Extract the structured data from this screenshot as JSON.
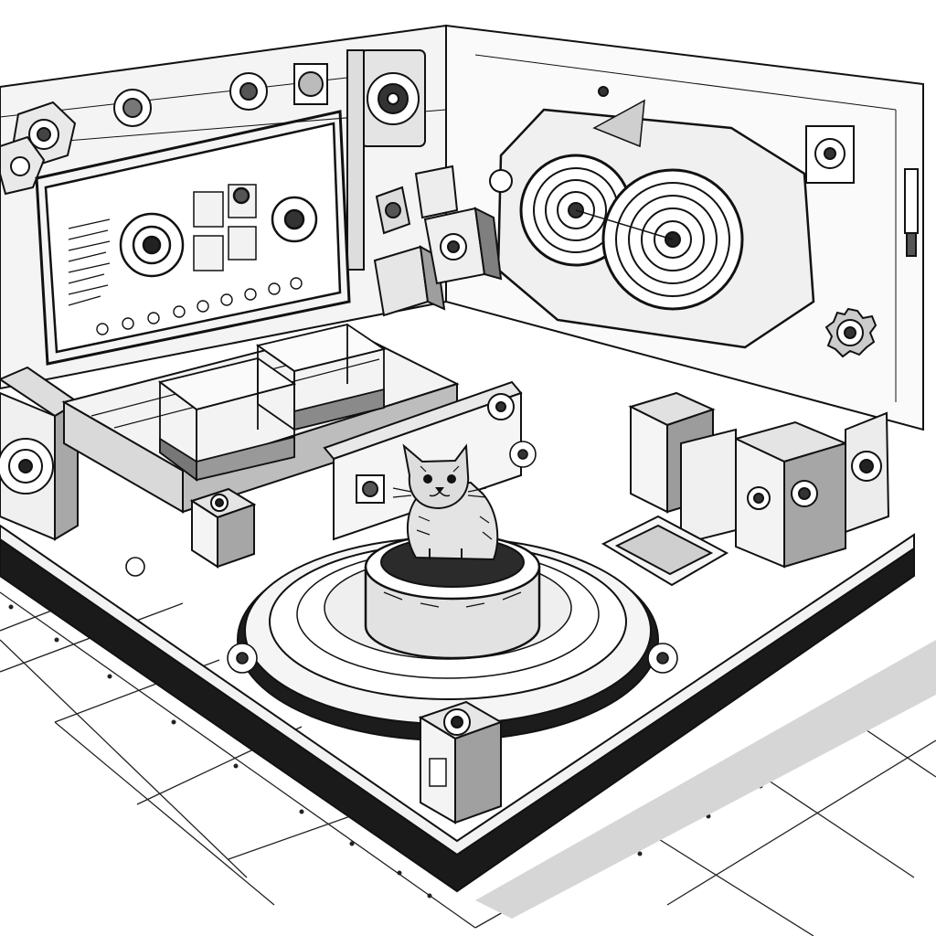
{
  "palette": {
    "ink": "#111111",
    "paper": "#ffffff",
    "light": "#eeeeee",
    "mid": "#bdbdbd",
    "dark": "#555555",
    "shadow": "#2a2a2a"
  },
  "scene": {
    "subject": "cat-on-pedestal",
    "style": "black-and-white-ink-line-art",
    "elements": [
      "left-wall-panel",
      "back-wall-panel",
      "wall-display-screen",
      "large-circular-wall-machine",
      "gear-wheel",
      "glass-enclosure",
      "cabinet-module",
      "circular-pedestal",
      "tabby-cat",
      "corner-console",
      "floor-grid"
    ]
  }
}
